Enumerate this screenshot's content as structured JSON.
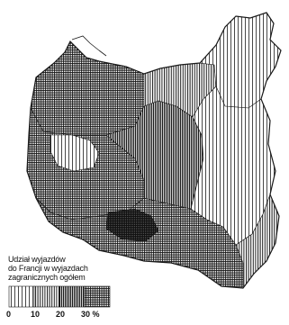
{
  "map": {
    "title": "",
    "regions_shading_note": "denser hatching = higher share",
    "colors": {
      "ink": "#1a1a1a",
      "paper": "#ffffff"
    }
  },
  "legend": {
    "title_lines": [
      "Udział wyjazdów",
      "do Francji w wyjazdach",
      "zagranicznych ogółem"
    ],
    "ticks": [
      "0",
      "10",
      "20",
      "30 %"
    ],
    "classes": [
      {
        "range": "0–10",
        "pattern": "sparse-vertical"
      },
      {
        "range": "10–20",
        "pattern": "medium-vertical"
      },
      {
        "range": "20–30",
        "pattern": "dense-vertical"
      },
      {
        "range": "30+",
        "pattern": "crosshatch"
      }
    ]
  }
}
